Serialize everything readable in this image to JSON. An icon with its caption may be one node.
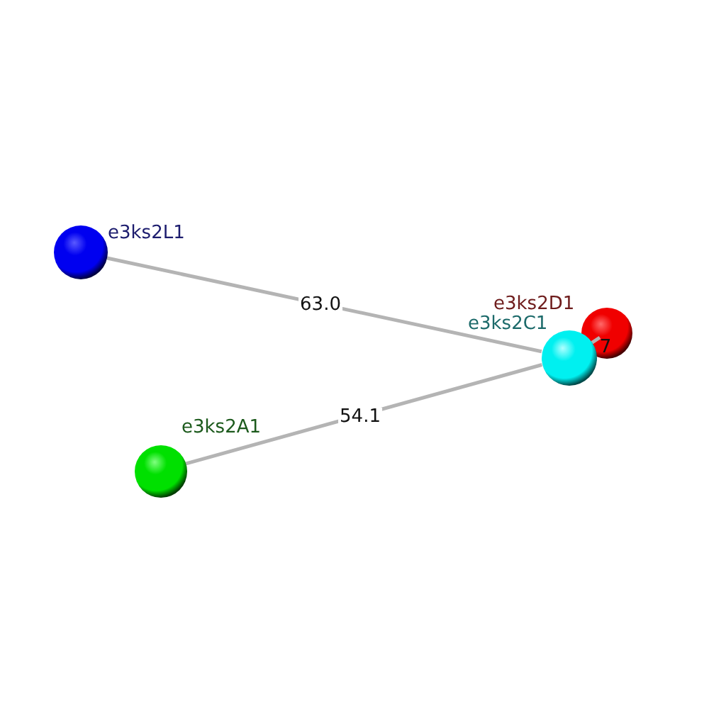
{
  "diagram": {
    "nodes": [
      {
        "text": [
          "e3ks2L1"
        ]
      },
      {
        "text": [
          "e3ks2D1"
        ]
      },
      {
        "text": [
          "e3ks2C1"
        ]
      },
      {
        "text": [
          "e3ks2A1"
        ]
      }
    ],
    "edges": [
      {
        "from": 0,
        "to": 2,
        "arrow": "none",
        "label": "63.0"
      },
      {
        "from": 3,
        "to": 2,
        "arrow": "none",
        "label": "54.1"
      },
      {
        "from": 2,
        "to": 1,
        "arrow": "none",
        "label": "7"
      }
    ]
  }
}
